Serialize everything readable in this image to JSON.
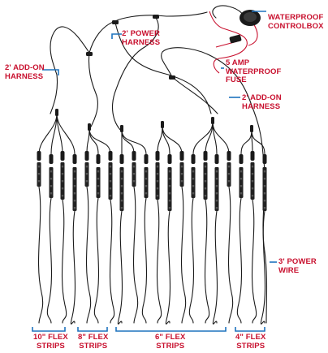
{
  "colors": {
    "label_red": "#c8102e",
    "bracket_blue": "#1e73be",
    "wire_black": "#1a1a1a"
  },
  "labels": {
    "waterproof_controlbox": [
      "WATERPROOF",
      "CONTROLBOX"
    ],
    "power_harness": [
      "2' POWER",
      "HARNESS"
    ],
    "fuse": [
      "5 AMP",
      "WATERPROOF",
      "FUSE"
    ],
    "addon_left": [
      "2' ADD-ON",
      "HARNESS"
    ],
    "addon_right": [
      "2' ADD-ON",
      "HARNESS"
    ],
    "power_wire": [
      "3' POWER",
      "WIRE"
    ],
    "strips_10": [
      "10\" FLEX",
      "STRIPS"
    ],
    "strips_8": [
      "8\" FLEX",
      "STRIPS"
    ],
    "strips_6": [
      "6\" FLEX",
      "STRIPS"
    ],
    "strips_4": [
      "4\" FLEX",
      "STRIPS"
    ]
  },
  "strip_groups": [
    {
      "size": "10\"",
      "count": 4
    },
    {
      "size": "8\"",
      "count": 4
    },
    {
      "size": "6\"",
      "count": 8
    },
    {
      "size": "4\"",
      "count": 4
    }
  ]
}
